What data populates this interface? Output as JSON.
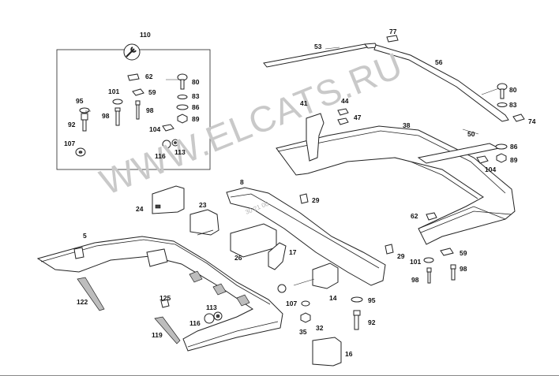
{
  "watermark": "WWW.ELCATS.RU",
  "faint_code": "30 21 00",
  "inset_box_label": "110",
  "labels": {
    "l110": "110",
    "l62a": "62",
    "l80a": "80",
    "l101a": "101",
    "l59a": "59",
    "l83a": "83",
    "l95a": "95",
    "l98a": "98",
    "l98b": "98",
    "l86a": "86",
    "l92a": "92",
    "l89a": "89",
    "l104a": "104",
    "l107a": "107",
    "l113a": "113",
    "l116a": "116",
    "l53": "53",
    "l77": "77",
    "l56": "56",
    "l41": "41",
    "l44": "44",
    "l47": "47",
    "l80b": "80",
    "l83b": "83",
    "l38": "38",
    "l74": "74",
    "l50": "50",
    "l86b": "86",
    "l104b": "104",
    "l89b": "89",
    "l8": "8",
    "l24": "24",
    "l23": "23",
    "l29a": "29",
    "l62b": "62",
    "l5": "5",
    "l26": "26",
    "l17": "17",
    "l29b": "29",
    "l59b": "59",
    "l101b": "101",
    "l98c": "98",
    "l98d": "98",
    "l122": "122",
    "l107b": "107",
    "l14": "14",
    "l95b": "95",
    "l125": "125",
    "l113b": "113",
    "l116b": "116",
    "l32": "32",
    "l35": "35",
    "l92b": "92",
    "l119": "119",
    "l16": "16"
  },
  "colors": {
    "line": "#222222",
    "watermark": "#c9c9c9",
    "background": "#ffffff"
  },
  "icons": {
    "inset_symbol": "wrench-icon"
  }
}
